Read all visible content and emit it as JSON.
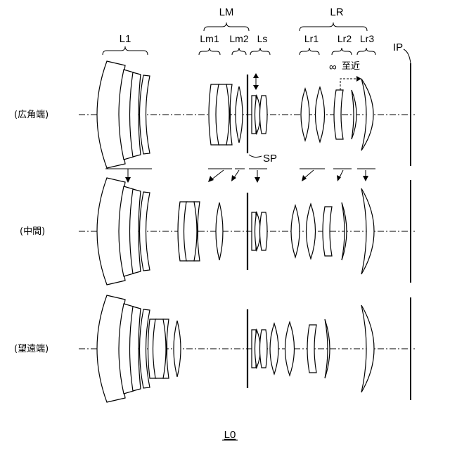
{
  "groups": {
    "l1": "L1",
    "lm": "LM",
    "lm1": "Lm1",
    "lm2": "Lm2",
    "ls": "Ls",
    "lr": "LR",
    "lr1": "Lr1",
    "lr2": "Lr2",
    "lr3": "Lr3",
    "ip": "IP",
    "sp": "SP"
  },
  "focus_note": {
    "infinity": "∞",
    "close": "至近"
  },
  "positions": {
    "wide": "(広角端)",
    "middle": "(中間)",
    "tele": "(望遠端)"
  },
  "figure_label": "L0"
}
